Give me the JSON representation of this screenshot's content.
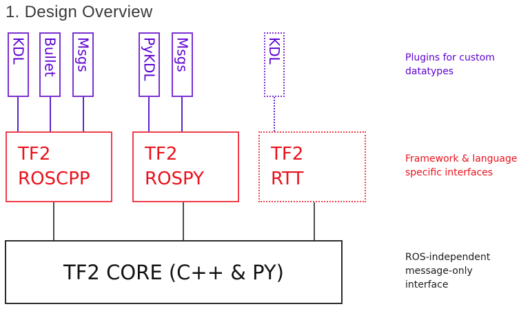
{
  "title": "1. Design Overview",
  "colors": {
    "purple": "#5c00d1",
    "purple_border": "#7a2fd0",
    "purple_line": "#5a22cc",
    "red": "#e8111c",
    "red_border": "#ef3b47",
    "dark": "#2b2b2b"
  },
  "plugins": [
    {
      "label": "KDL",
      "style": "solid"
    },
    {
      "label": "Bullet",
      "style": "solid"
    },
    {
      "label": "Msgs",
      "style": "solid"
    },
    {
      "label": "PyKDL",
      "style": "solid"
    },
    {
      "label": "Msgs",
      "style": "solid"
    },
    {
      "label": "KDL",
      "style": "dotted"
    }
  ],
  "interfaces": [
    {
      "line1": "TF2",
      "line2": "ROSCPP",
      "style": "solid"
    },
    {
      "line1": "TF2",
      "line2": "ROSPY",
      "style": "solid"
    },
    {
      "line1": "TF2",
      "line2": "RTT",
      "style": "dotted"
    }
  ],
  "core": {
    "label": "TF2 CORE (C++ & PY)"
  },
  "annotations": [
    {
      "text": "Plugins for custom datatypes",
      "color": "#5c00d1"
    },
    {
      "text": "Framework & language specific interfaces",
      "color": "#e8111c"
    },
    {
      "text": "ROS-independent message-only interface",
      "color": "#1a1a1a"
    }
  ]
}
